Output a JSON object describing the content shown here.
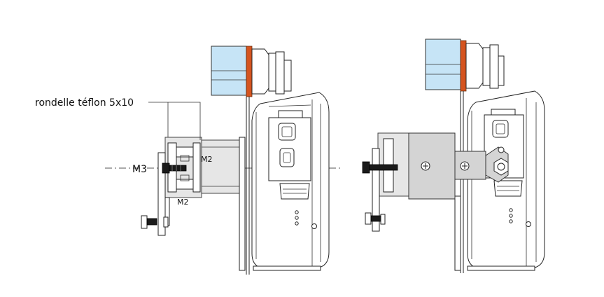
{
  "labels": {
    "washer": "rondelle téflon 5x10",
    "m3": "M3",
    "m2_top": "M2",
    "m2_bottom": "M2"
  },
  "colors": {
    "background": "#ffffff",
    "motor_body": "#c6e4f6",
    "motor_flange": "#d5541f",
    "bracket_plate": "#d4d4d4",
    "screw": "#1a1a1a"
  }
}
